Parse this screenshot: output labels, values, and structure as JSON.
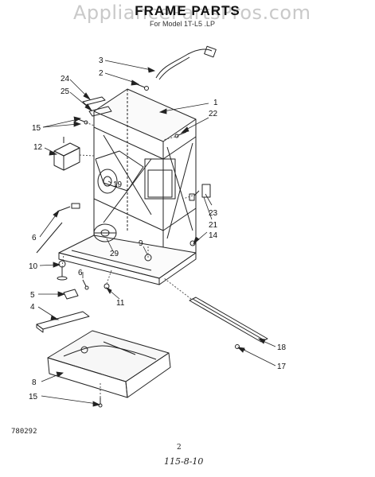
{
  "header": {
    "watermark": "AppliancePartsPros.com",
    "title": "FRAME PARTS",
    "subtitle": "For Model 1T-L5 .LP"
  },
  "callouts": [
    "1",
    "2",
    "3",
    "4",
    "5",
    "6",
    "6",
    "8",
    "9",
    "10",
    "11",
    "12",
    "14",
    "15",
    "15",
    "17",
    "18",
    "19",
    "21",
    "22",
    "23",
    "24",
    "25",
    "29"
  ],
  "footer": {
    "doc_code": "780292",
    "page_number": "2",
    "date_code": "115-8-10"
  }
}
